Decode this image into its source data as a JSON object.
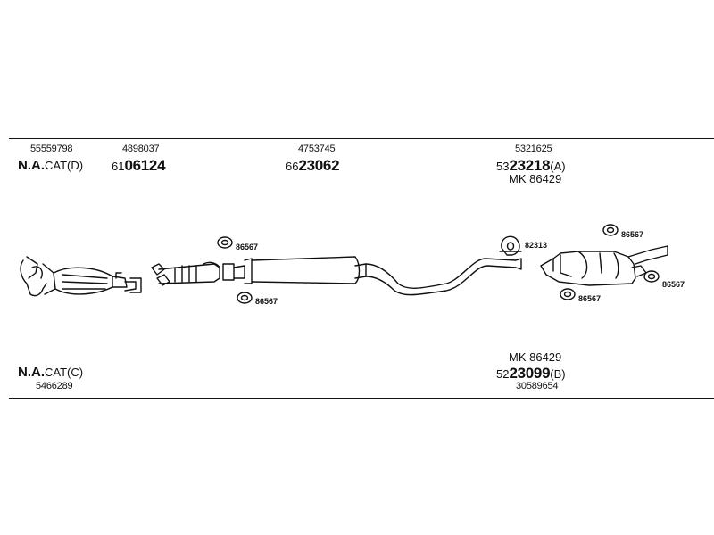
{
  "top": {
    "part_a_code": "55559798",
    "part_a_name": "N.A.",
    "part_a_suffix": "CAT(D)",
    "part_b_code": "4898037",
    "part_b_prefix": "61",
    "part_b_num": "06124",
    "part_c_code": "4753745",
    "part_c_prefix": "66",
    "part_c_num": "23062",
    "part_d_code": "5321625",
    "part_d_prefix": "53",
    "part_d_num": "23218",
    "part_d_suffix": "(A)",
    "part_d_kit": "MK 86429"
  },
  "bottom": {
    "part_e_name": "N.A.",
    "part_e_suffix": "CAT(C)",
    "part_e_code": "5466289",
    "part_f_kit": "MK 86429",
    "part_f_prefix": "52",
    "part_f_num": "23099",
    "part_f_suffix": "(B)",
    "part_f_code": "30589654"
  },
  "callouts": {
    "hanger_1": "86567",
    "hanger_2": "86567",
    "clamp": "82313",
    "hanger_3": "86567",
    "hanger_4": "86567",
    "hanger_5": "86567"
  }
}
